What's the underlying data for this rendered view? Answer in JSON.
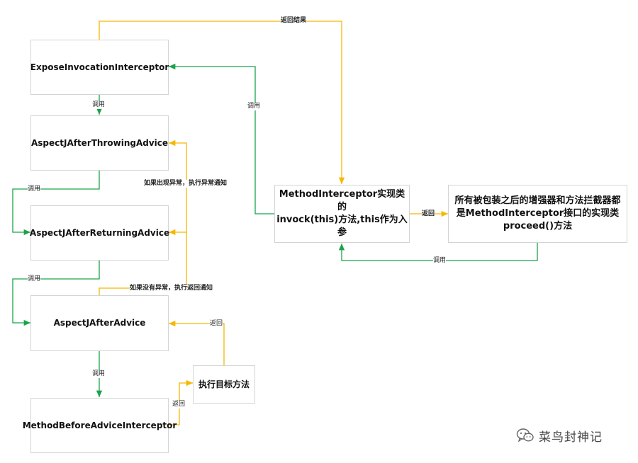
{
  "nodes": {
    "expose": "ExposeInvocationInterceptor",
    "throwing": "AspectJAfterThrowingAdvice",
    "returning": "AspectJAfterReturningAdvice",
    "after": "AspectJAfterAdvice",
    "before": "MethodBeforeAdviceInterceptor",
    "target": "执行目标方法",
    "invoke": "MethodInterceptor实现类的\ninvock(this)方法,this作为入参",
    "proceed": "所有被包装之后的增强器和方法拦截器都\n是MethodInterceptor接口的实现类\nproceed()方法"
  },
  "labels": {
    "return_result": "返回结果",
    "call_1": "调用",
    "call_2": "调用",
    "call_3": "调用",
    "call_4": "调用",
    "call_5": "调用",
    "call_6": "调用",
    "if_exception": "如果出现异常，执行异常通知",
    "if_no_exception": "如果没有异常，执行返回通知",
    "return_1": "返回",
    "return_2": "返回",
    "return_3": "返回"
  },
  "watermark": {
    "icon": "wechat-icon",
    "text": "菜鸟封神记"
  },
  "colors": {
    "green": "#1aa34a",
    "yellow": "#f5b800"
  }
}
